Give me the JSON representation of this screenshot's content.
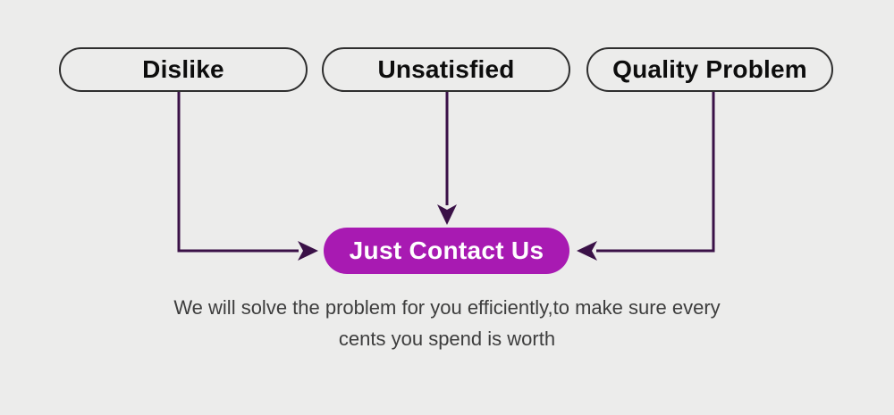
{
  "colors": {
    "background": "#ececeb",
    "pill_border": "#2e2e2e",
    "pill_text": "#0d0d0d",
    "arrow": "#3a1147",
    "button_fill": "#a81ab2",
    "button_text": "#ffffff",
    "description_text": "#3d3d3d"
  },
  "pills": [
    {
      "label": "Dislike"
    },
    {
      "label": "Unsatisfied"
    },
    {
      "label": "Quality Problem"
    }
  ],
  "button": {
    "label": "Just Contact Us"
  },
  "description": {
    "line1": "We will solve the problem for you efficiently,to make sure every",
    "line2": "cents you spend is worth"
  }
}
